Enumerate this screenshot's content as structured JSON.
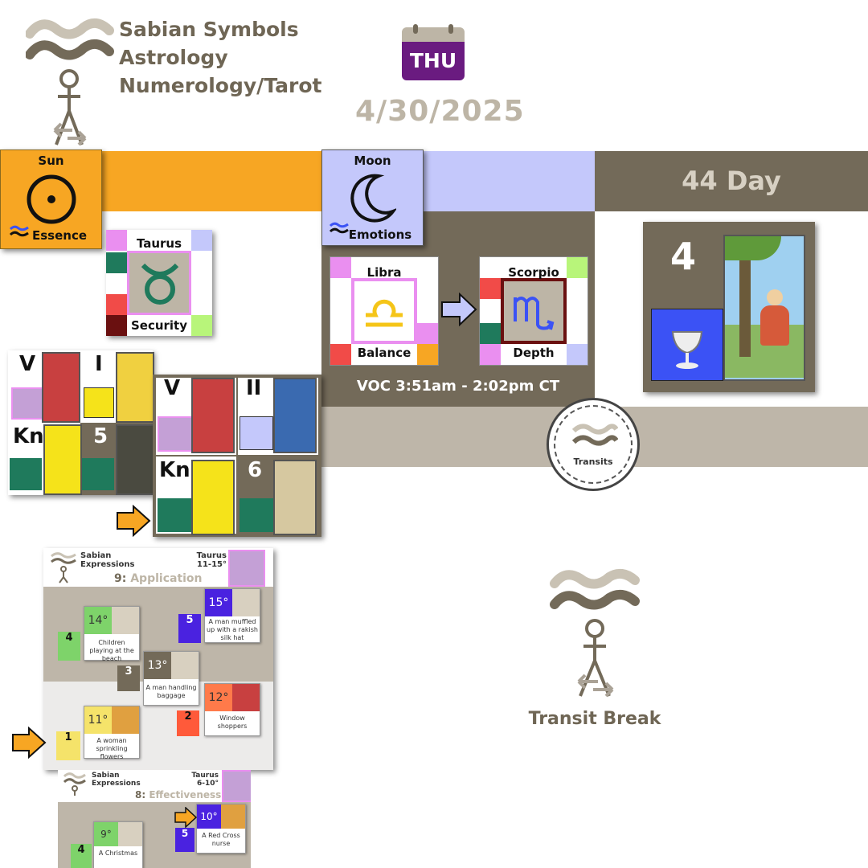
{
  "header": {
    "lines": [
      "Sabian Symbols",
      "Astrology",
      "Numerology/Tarot"
    ],
    "weekday": "THU",
    "date": "4/30/2025"
  },
  "sun": {
    "title": "Sun",
    "label": "Essence",
    "sign": "Taurus",
    "keyword": "Security"
  },
  "moon": {
    "title": "Moon",
    "label": "Emotions",
    "from_sign": "Libra",
    "from_keyword": "Balance",
    "to_sign": "Scorpio",
    "to_keyword": "Depth",
    "voc": "VOC 3:51am - 2:02pm CT"
  },
  "day": {
    "label": "44 Day",
    "number": "4"
  },
  "tarot": {
    "set1": [
      {
        "rank": "V"
      },
      {
        "rank": "I"
      },
      {
        "rank": "Kn"
      },
      {
        "rank": "5"
      }
    ],
    "set2": [
      {
        "rank": "V"
      },
      {
        "rank": "II"
      },
      {
        "rank": "Kn"
      },
      {
        "rank": "6"
      }
    ]
  },
  "transits": {
    "badge": "Transits",
    "break_label": "Transit Break"
  },
  "expressions": {
    "top": {
      "heading": "Sabian\nExpressions",
      "sign": "Taurus",
      "range": "11-15°",
      "number": "9:",
      "title": "Application",
      "cards": [
        {
          "degree": "15°",
          "text": "A man muffled up with a rakish silk hat",
          "num": "5"
        },
        {
          "degree": "14°",
          "text": "Children playing at the beach",
          "num": "4"
        },
        {
          "degree": "13°",
          "text": "A man handling baggage",
          "num": "3"
        },
        {
          "degree": "12°",
          "text": "Window shoppers",
          "num": "2"
        },
        {
          "degree": "11°",
          "text": "A woman sprinkling flowers",
          "num": "1"
        }
      ]
    },
    "bottom": {
      "heading": "Sabian\nExpressions",
      "sign": "Taurus",
      "range": "6-10°",
      "number": "8:",
      "title": "Effectiveness",
      "cards": [
        {
          "degree": "10°",
          "text": "A Red Cross nurse",
          "num": "5"
        },
        {
          "degree": "9°",
          "text": "A Christmas",
          "num": "4"
        }
      ]
    }
  },
  "colors": {
    "orange": "#f7a623",
    "lavender": "#c4c8fb",
    "brown": "#736a59",
    "gray": "#beb6a9",
    "purple": "#6a1b80",
    "green": "#1f7a5c",
    "blue": "#3b52f5"
  }
}
